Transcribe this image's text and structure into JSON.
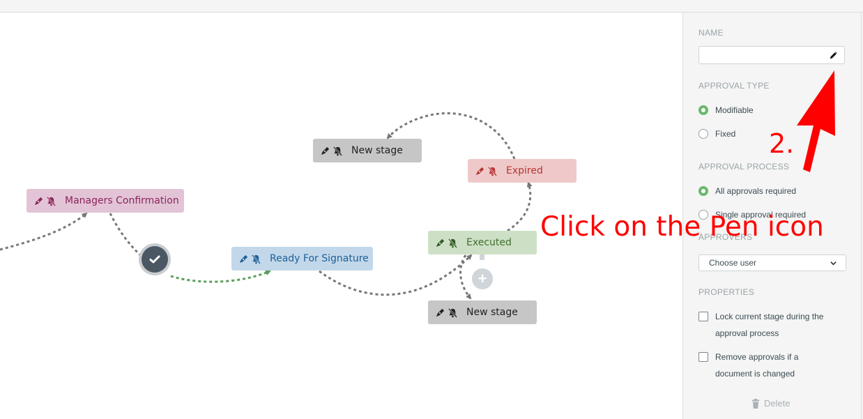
{
  "workflow": {
    "nodes": {
      "managers": "Managers Confirmation",
      "ready": "Ready For Signature",
      "executed": "Executed",
      "expired": "Expired",
      "new_stage_top": "New stage",
      "new_stage_bottom": "New stage"
    }
  },
  "annotation": {
    "instruction": "Click on the Pen icon",
    "step": "2."
  },
  "panel": {
    "name_label": "NAME",
    "name_value": "",
    "approval_type_label": "APPROVAL TYPE",
    "approval_type_options": [
      "Modifiable",
      "Fixed"
    ],
    "approval_type_selected": "Modifiable",
    "approval_process_label": "APPROVAL PROCESS",
    "approval_process_options": [
      "All approvals required",
      "Single approval required"
    ],
    "approval_process_selected": "All approvals required",
    "approvers_label": "APPROVERS",
    "approvers_select": "Choose user",
    "properties_label": "PROPERTIES",
    "properties": [
      {
        "line1": "Lock current stage during the",
        "line2": "approval process",
        "checked": false
      },
      {
        "line1": "Remove approvals if a",
        "line2": "document is changed",
        "checked": false
      }
    ],
    "delete_label": "Delete"
  },
  "colors": {
    "managers_bg": "#e3c4d7",
    "ready_bg": "#c2d8ea",
    "executed_bg": "#cde0c5",
    "expired_bg": "#efc9c9",
    "new_stage_bg": "#c6c6c6",
    "annotation": "#ff0000",
    "radio_selected": "#6ab96c"
  }
}
